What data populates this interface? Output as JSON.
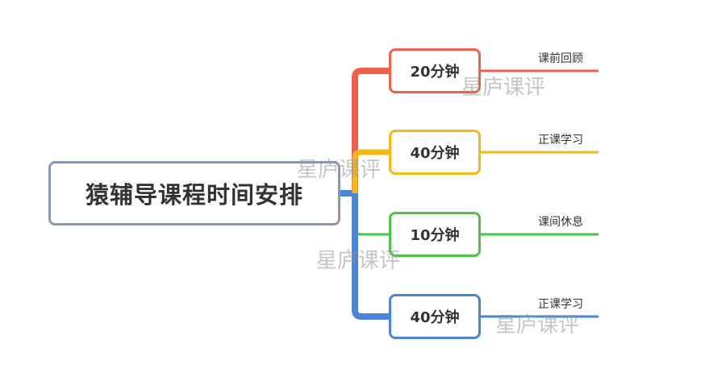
{
  "root": {
    "label": "猿辅导课程时间安排"
  },
  "colors": {
    "root_border": "#8a9ab3",
    "red": "#f0614c",
    "orange": "#f7b719",
    "green": "#4cc44c",
    "blue": "#4a86d8"
  },
  "branches": [
    {
      "duration": "20分钟",
      "activity": "课前回顾",
      "color": "#f0614c"
    },
    {
      "duration": "40分钟",
      "activity": "正课学习",
      "color": "#f7b719"
    },
    {
      "duration": "10分钟",
      "activity": "课间休息",
      "color": "#4cc44c"
    },
    {
      "duration": "40分钟",
      "activity": "正课学习",
      "color": "#4a86d8"
    }
  ],
  "watermark": "星庐课评"
}
